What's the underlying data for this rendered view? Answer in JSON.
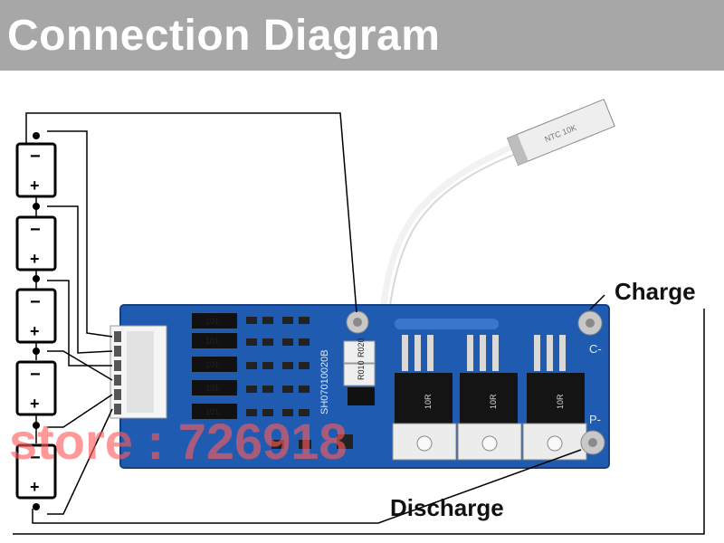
{
  "title": "Connection Diagram",
  "labels": {
    "charge": "Charge",
    "discharge": "Discharge"
  },
  "cells": [
    {
      "minus": "−",
      "plus": "+"
    },
    {
      "minus": "−",
      "plus": "+"
    },
    {
      "minus": "−",
      "plus": "+"
    },
    {
      "minus": "−",
      "plus": "+"
    },
    {
      "minus": "−",
      "plus": "+"
    }
  ],
  "board": {
    "resistors": [
      "101",
      "101",
      "101",
      "101",
      "101"
    ],
    "shunts": [
      "R020",
      "R010"
    ],
    "model": "SH07010020B",
    "pads": {
      "charge": "C-",
      "discharge": "P-"
    },
    "mosfet_marking": "10R"
  },
  "sensor_marking": "NTC 10K",
  "watermark": "store : 726918",
  "colors": {
    "header": "#a7a7a7",
    "board": "#1f5cb1",
    "watermark": "#ff5a5a"
  }
}
